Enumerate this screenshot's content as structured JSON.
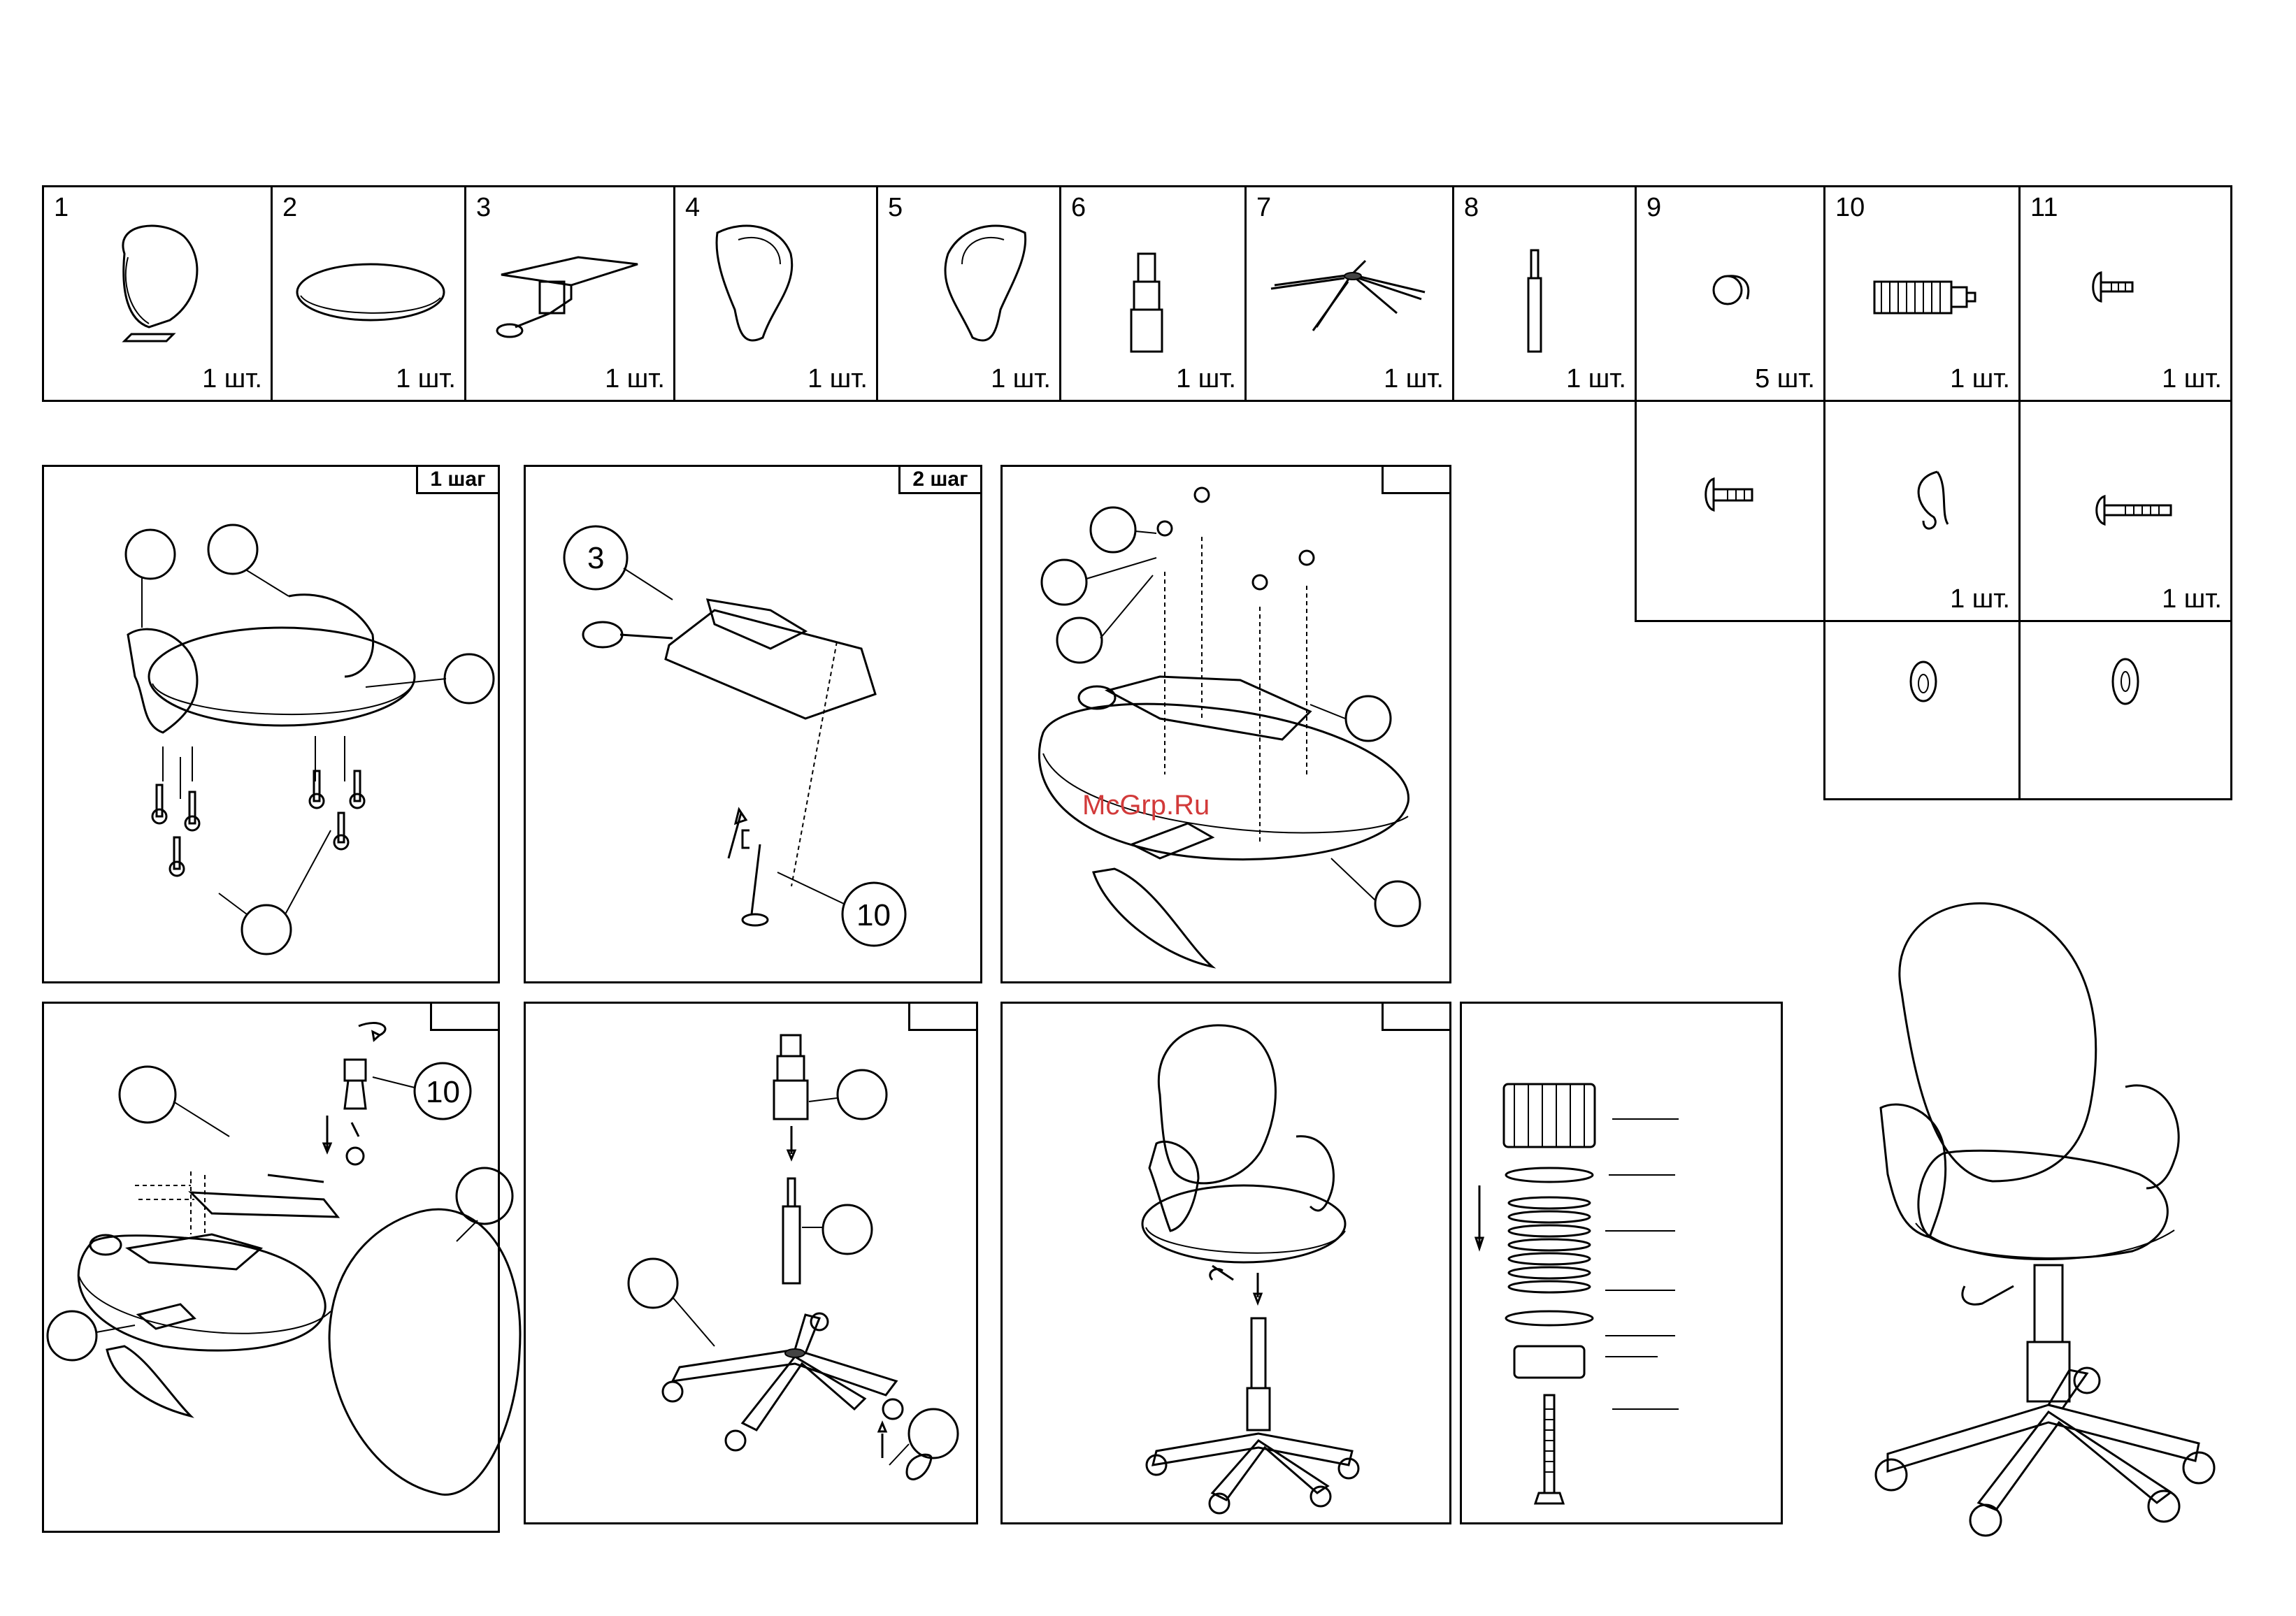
{
  "parts": [
    {
      "number": "1",
      "qty": "1 шт.",
      "icon": "backrest-icon"
    },
    {
      "number": "2",
      "qty": "1 шт.",
      "icon": "seat-cushion-icon"
    },
    {
      "number": "3",
      "qty": "1 шт.",
      "icon": "tilt-mechanism-icon"
    },
    {
      "number": "4",
      "qty": "1 шт.",
      "icon": "left-armrest-icon"
    },
    {
      "number": "5",
      "qty": "1 шт.",
      "icon": "right-armrest-icon"
    },
    {
      "number": "6",
      "qty": "1 шт.",
      "icon": "gas-lift-icon"
    },
    {
      "number": "7",
      "qty": "1 шт.",
      "icon": "star-base-icon"
    },
    {
      "number": "8",
      "qty": "1 шт.",
      "icon": "rod-icon"
    },
    {
      "number": "9",
      "qty": "5 шт.",
      "icon": "caster-icon"
    },
    {
      "number": "10",
      "qty": "1 шт.",
      "icon": "knob-icon"
    },
    {
      "number": "11",
      "qty": "1 шт.",
      "icon": "short-bolt-icon"
    }
  ],
  "extra_parts": [
    {
      "qty": "",
      "icon": "bolt-icon"
    },
    {
      "qty": "1 шт.",
      "icon": "spring-clip-icon"
    },
    {
      "qty": "1 шт.",
      "icon": "long-bolt-icon"
    },
    {
      "qty": "",
      "icon": "clip-ring-icon"
    },
    {
      "qty": "",
      "icon": "washer-icon"
    }
  ],
  "steps": [
    {
      "label": "1 шаг"
    },
    {
      "label": "2 шаг",
      "callouts": [
        "3",
        "10"
      ]
    },
    {
      "label": ""
    },
    {
      "label": "",
      "callouts": [
        "10"
      ]
    },
    {
      "label": ""
    },
    {
      "label": ""
    }
  ],
  "watermark": "McGrp.Ru"
}
